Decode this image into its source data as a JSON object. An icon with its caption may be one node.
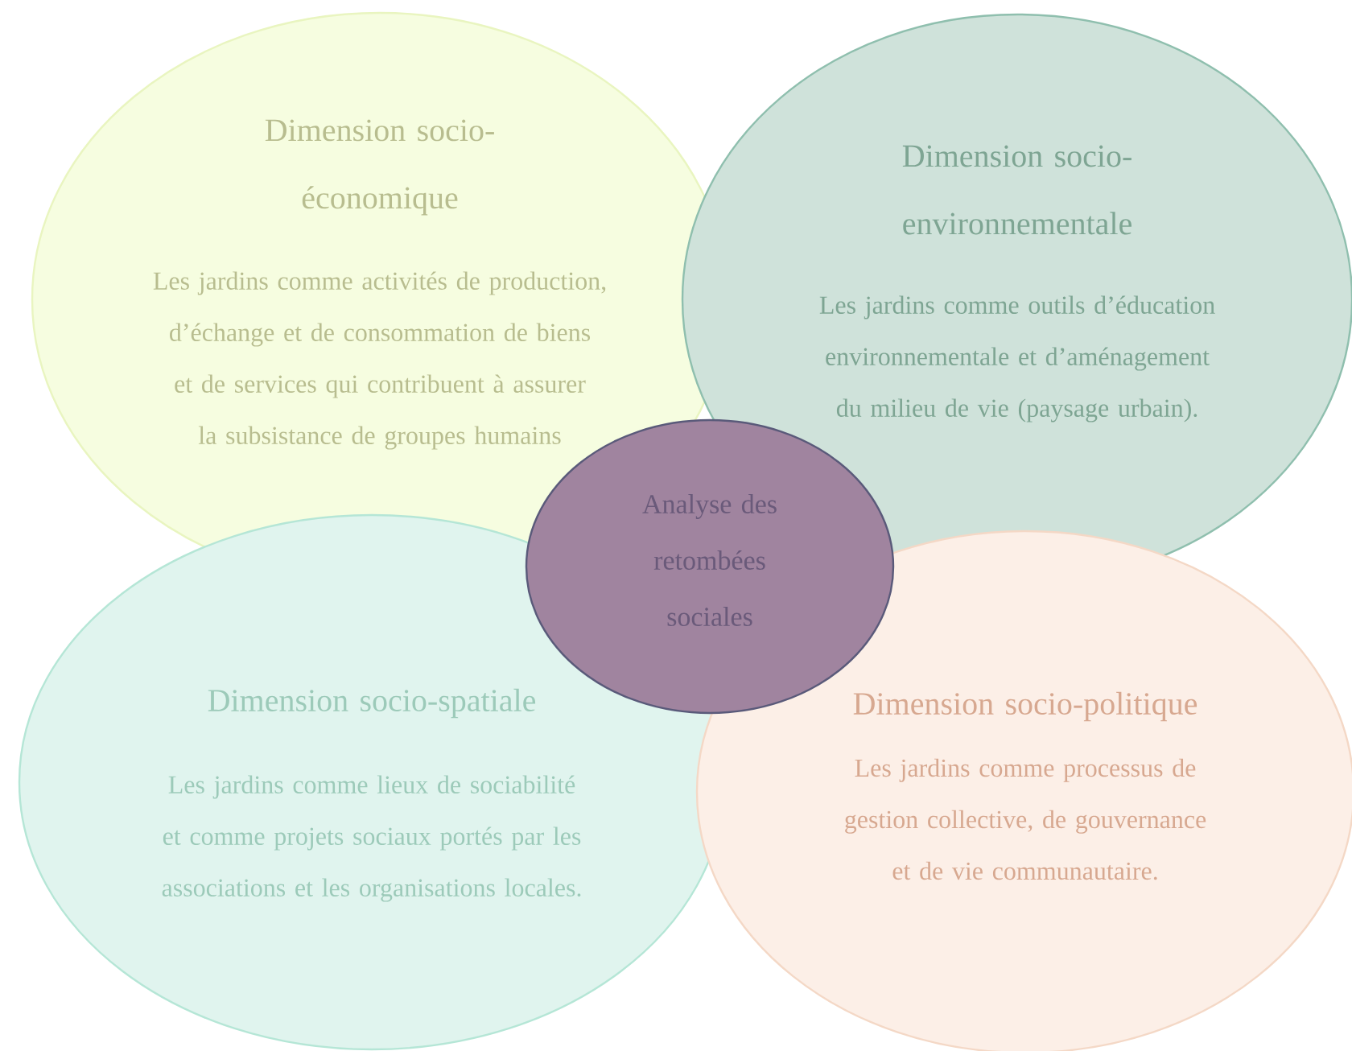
{
  "diagram": {
    "nodes": [
      {
        "text": [
          "Dimension socio-économique",
          "Les jardins comme activités de production, d’échange et de consommation de biens et de services qui contribuent à assurer la subsistance de groupes humains"
        ]
      },
      {
        "text": [
          "Dimension socio-environnementale",
          "Les jardins comme outils d’éducation environnementale et d’aménagement du milieu de vie (paysage urbain)."
        ]
      },
      {
        "text": [
          "Dimension socio-spatiale",
          "Les jardins comme lieux de sociabilité et comme projets sociaux portés par les associations et les organisations locales."
        ]
      },
      {
        "text": [
          "Dimension socio-politique",
          "Les jardins comme processus de gestion collective, de gouvernance et de vie communautaire."
        ]
      },
      {
        "text": [
          "Analyse des retombées sociales"
        ]
      }
    ]
  }
}
